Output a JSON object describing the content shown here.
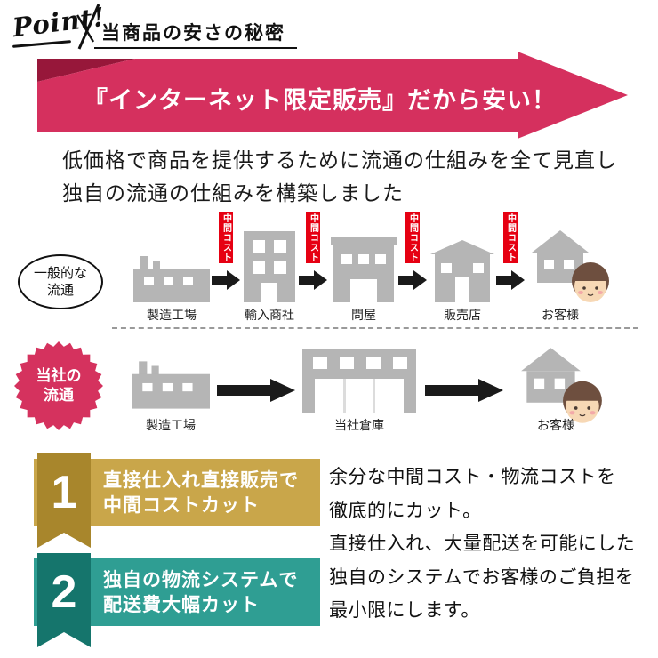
{
  "header": {
    "point_label": "Point!",
    "title": "当商品の安さの秘密"
  },
  "banner": {
    "text": "『インターネット限定販売』だから安い！"
  },
  "intro": {
    "line1": "低価格で商品を提供するために流通の仕組みを全て見直し",
    "line2": "独自の流通の仕組みを構築しました"
  },
  "general_flow": {
    "label_line1": "一般的な",
    "label_line2": "流通",
    "cost_label": "中間コスト",
    "steps": [
      "製造工場",
      "輸入商社",
      "問屋",
      "販売店",
      "お客様"
    ]
  },
  "company_flow": {
    "label_line1": "当社の",
    "label_line2": "流通",
    "steps": [
      "製造工場",
      "当社倉庫",
      "お客様"
    ]
  },
  "points": [
    {
      "number": "1",
      "line1": "直接仕入れ直接販売で",
      "line2": "中間コストカット"
    },
    {
      "number": "2",
      "line1": "独自の物流システムで",
      "line2": "配送費大幅カット"
    }
  ],
  "description": {
    "lines": [
      "余分な中間コスト・物流コストを",
      "徹底的にカット。",
      "直接仕入れ、大量配送を可能にした",
      "独自のシステムでお客様のご負担を",
      "最小限にします。"
    ]
  },
  "icons": [
    "slash-icon",
    "factory-icon",
    "import-building-icon",
    "wholesaler-building-icon",
    "store-icon",
    "house-icon",
    "customer-face-icon",
    "arrow-right-icon",
    "warehouse-icon",
    "starburst-badge-icon"
  ],
  "colors": {
    "banner_red": "#d5305e",
    "banner_fold": "#97173a",
    "cost_tag_red": "#e60012",
    "gold": "#c9a64a",
    "gold_dark": "#a8862c",
    "teal": "#2f9e93",
    "teal_dark": "#15756c",
    "building_gray": "#b5b5b5"
  }
}
